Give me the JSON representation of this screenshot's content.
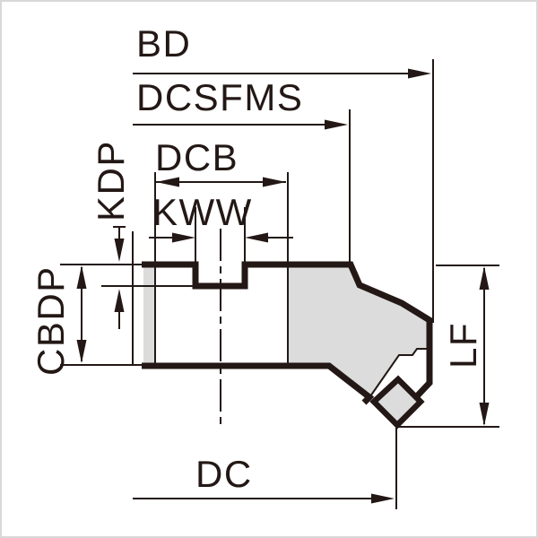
{
  "drawing": {
    "type": "technical-dimension-diagram",
    "subject": "milling cutter body side profile with dimension callouts",
    "labels": {
      "bd": "BD",
      "dcsfms": "DCSFMS",
      "dcb": "DCB",
      "kww": "KWW",
      "kdp": "KDP",
      "cbdp": "CBDP",
      "lf": "LF",
      "dc": "DC"
    },
    "colors": {
      "ink": "#231815",
      "metal_fill": "#dbdcdb",
      "background": "#ffffff",
      "frame": "#d8d8d8"
    }
  }
}
